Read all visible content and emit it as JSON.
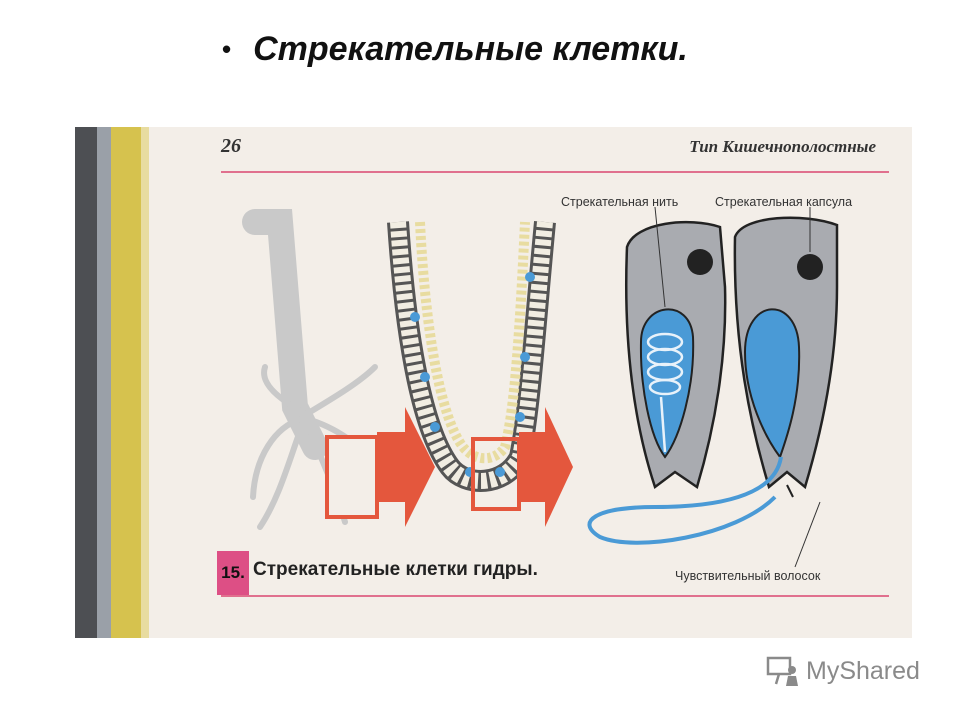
{
  "slide": {
    "bullet": "•",
    "title": "Стрекательные клетки."
  },
  "book": {
    "page_number": "26",
    "chapter": "Тип Кишечнополостные",
    "labels": {
      "thread": "Стрекательная нить",
      "capsule": "Стрекательная капсула",
      "hair": "Чувствительный волосок"
    },
    "figure": {
      "number": "15.",
      "caption": "Стрекательные клетки гидры."
    }
  },
  "watermark": {
    "text": "MyShared",
    "icon": "teacher-at-board-icon"
  },
  "colors": {
    "accent_red": "#e4573d",
    "cell_blue": "#4a9ad6",
    "cell_grey": "#a9abb0",
    "pink_rule": "#e0708e",
    "yellow_strip": "#d6c24e"
  }
}
